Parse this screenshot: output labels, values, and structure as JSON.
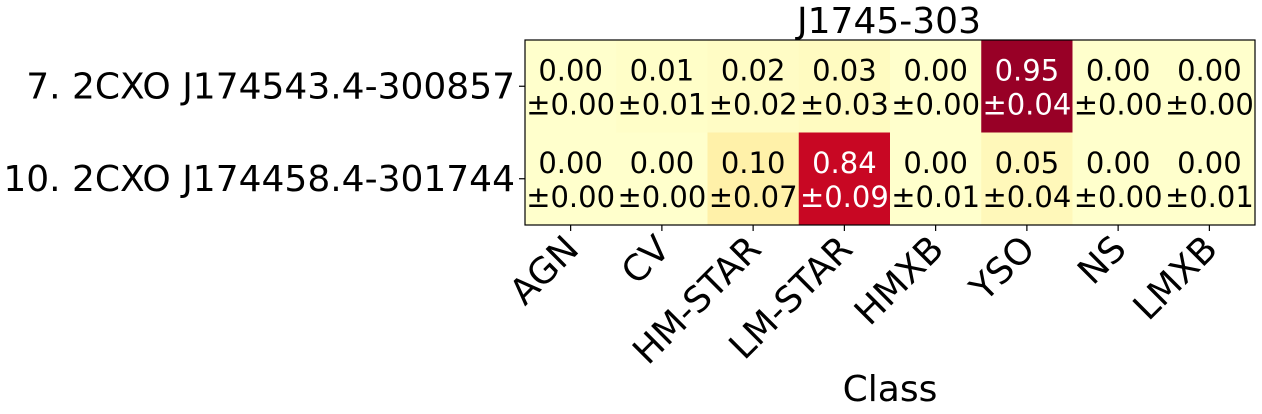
{
  "chart_data": {
    "type": "heatmap",
    "title": "J1745-303",
    "xlabel": "Class",
    "ylabel": "",
    "x_categories": [
      "AGN",
      "CV",
      "HM-STAR",
      "LM-STAR",
      "HMXB",
      "YSO",
      "NS",
      "LMXB"
    ],
    "y_categories": [
      "7. 2CXO J174543.4-300857",
      "10. 2CXO J174458.4-301744"
    ],
    "values": [
      [
        0.0,
        0.01,
        0.02,
        0.03,
        0.0,
        0.95,
        0.0,
        0.0
      ],
      [
        0.0,
        0.0,
        0.1,
        0.84,
        0.0,
        0.05,
        0.0,
        0.0
      ]
    ],
    "errors": [
      [
        0.0,
        0.01,
        0.02,
        0.03,
        0.0,
        0.04,
        0.0,
        0.0
      ],
      [
        0.0,
        0.0,
        0.07,
        0.09,
        0.01,
        0.04,
        0.0,
        0.01
      ]
    ],
    "cell_labels": [
      [
        [
          "0.00",
          "±0.00"
        ],
        [
          "0.01",
          "±0.01"
        ],
        [
          "0.02",
          "±0.02"
        ],
        [
          "0.03",
          "±0.03"
        ],
        [
          "0.00",
          "±0.00"
        ],
        [
          "0.95",
          "±0.04"
        ],
        [
          "0.00",
          "±0.00"
        ],
        [
          "0.00",
          "±0.00"
        ]
      ],
      [
        [
          "0.00",
          "±0.00"
        ],
        [
          "0.00",
          "±0.00"
        ],
        [
          "0.10",
          "±0.07"
        ],
        [
          "0.84",
          "±0.09"
        ],
        [
          "0.00",
          "±0.01"
        ],
        [
          "0.05",
          "±0.04"
        ],
        [
          "0.00",
          "±0.00"
        ],
        [
          "0.00",
          "±0.01"
        ]
      ]
    ],
    "colormap": "YlOrRd",
    "value_range": [
      0,
      1
    ],
    "grid": false
  }
}
